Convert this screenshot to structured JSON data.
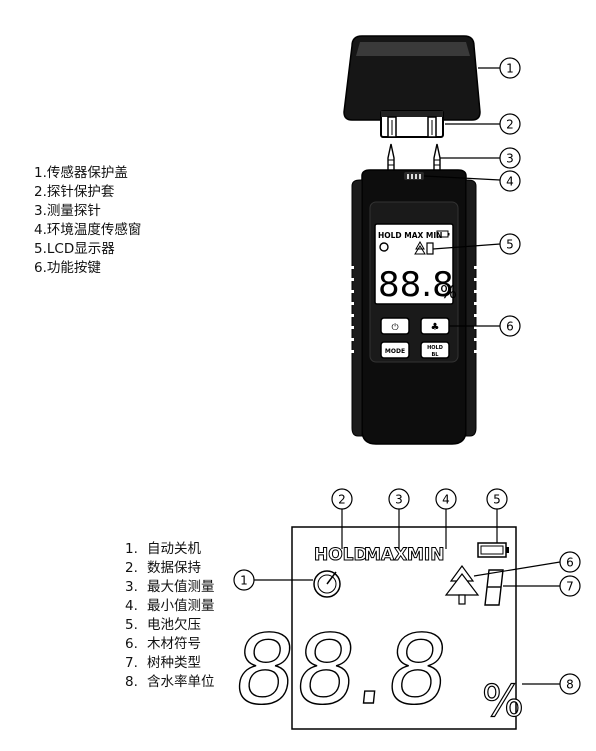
{
  "top_legend": [
    {
      "num": "1.",
      "label": "传感器保护盖"
    },
    {
      "num": "2.",
      "label": "探针保护套"
    },
    {
      "num": "3.",
      "label": "测量探针"
    },
    {
      "num": "4.",
      "label": "环境温度传感窗"
    },
    {
      "num": "5.",
      "label": "LCD显示器"
    },
    {
      "num": "6.",
      "label": "功能按键"
    }
  ],
  "bottom_legend": [
    {
      "num": "1.",
      "label": "自动关机"
    },
    {
      "num": "2.",
      "label": "数据保持"
    },
    {
      "num": "3.",
      "label": "最大值测量"
    },
    {
      "num": "4.",
      "label": "最小值测量"
    },
    {
      "num": "5.",
      "label": "电池欠压"
    },
    {
      "num": "6.",
      "label": "木材符号"
    },
    {
      "num": "7.",
      "label": "树种类型"
    },
    {
      "num": "8.",
      "label": "含水率单位"
    }
  ],
  "device_callouts": [
    "1",
    "2",
    "3",
    "4",
    "5",
    "6"
  ],
  "lcd_callouts": [
    "1",
    "2",
    "3",
    "4",
    "5",
    "6",
    "7",
    "8"
  ],
  "device": {
    "lcd_top_text": "HOLD MAX MIN",
    "digits": "88.8",
    "unit": "%",
    "buttons": {
      "power": "⏻",
      "tree": "♣",
      "mode": "MODE",
      "hold": "HOLD",
      "hold_sub": "BL"
    }
  },
  "lcd": {
    "hold": "HOLD",
    "max": "MAX",
    "min": "MIN",
    "digits": "88.8",
    "unit": "%"
  }
}
